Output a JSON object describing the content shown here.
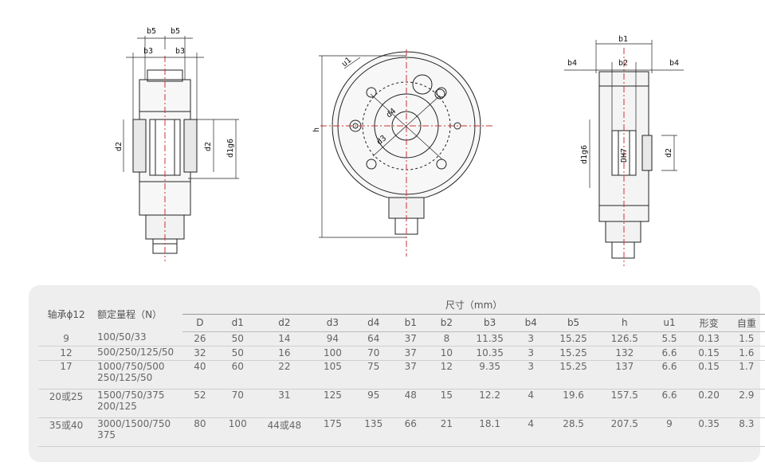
{
  "drawing_labels": {
    "left": {
      "b5a": "b5",
      "b5b": "b5",
      "b3a": "b3",
      "b3b": "b3",
      "d2a": "d2",
      "d2b": "d2",
      "d1g6": "d1g6"
    },
    "center": {
      "u1": "u1",
      "d4": "d4",
      "d3": "d3",
      "h": "h"
    },
    "right": {
      "b1": "b1",
      "b4a": "b4",
      "b2": "b2",
      "b4b": "b4",
      "d1g6": "d1g6",
      "DH7": "DH7",
      "d2": "d2"
    }
  },
  "table": {
    "dimension_group_header": "尺寸（mm）",
    "col_model": "轴承ϕ12",
    "col_range": "额定量程（N）",
    "columns": [
      "D",
      "d1",
      "d2",
      "d3",
      "d4",
      "b1",
      "b2",
      "b3",
      "b4",
      "b5",
      "h",
      "u1",
      "形变",
      "自重"
    ],
    "rows": [
      {
        "model": "9",
        "range": [
          "100/50/33"
        ],
        "values": [
          "26",
          "50",
          "14",
          "94",
          "64",
          "37",
          "8",
          "11.35",
          "3",
          "15.25",
          "126.5",
          "5.5",
          "0.13",
          "1.5"
        ]
      },
      {
        "model": "12",
        "range": [
          "500/250/125/50"
        ],
        "values": [
          "32",
          "50",
          "16",
          "100",
          "70",
          "37",
          "10",
          "10.35",
          "3",
          "15.25",
          "132",
          "6.6",
          "0.15",
          "1.6"
        ]
      },
      {
        "model": "17",
        "range": [
          "1000/750/500",
          "250/125/50"
        ],
        "values": [
          "40",
          "60",
          "22",
          "105",
          "75",
          "37",
          "12",
          "9.35",
          "3",
          "15.25",
          "137",
          "6.6",
          "0.15",
          "1.7"
        ]
      },
      {
        "model": "20或25",
        "range": [
          "1500/750/375",
          "200/125"
        ],
        "values": [
          "52",
          "70",
          "31",
          "125",
          "95",
          "48",
          "15",
          "12.2",
          "4",
          "19.6",
          "157.5",
          "6.6",
          "0.20",
          "2.9"
        ]
      },
      {
        "model": "35或40",
        "range": [
          "3000/1500/750",
          "375"
        ],
        "values": [
          "80",
          "100",
          "44或48",
          "175",
          "135",
          "66",
          "21",
          "18.1",
          "4",
          "28.5",
          "207.5",
          "9",
          "0.35",
          "8.3"
        ]
      }
    ]
  }
}
